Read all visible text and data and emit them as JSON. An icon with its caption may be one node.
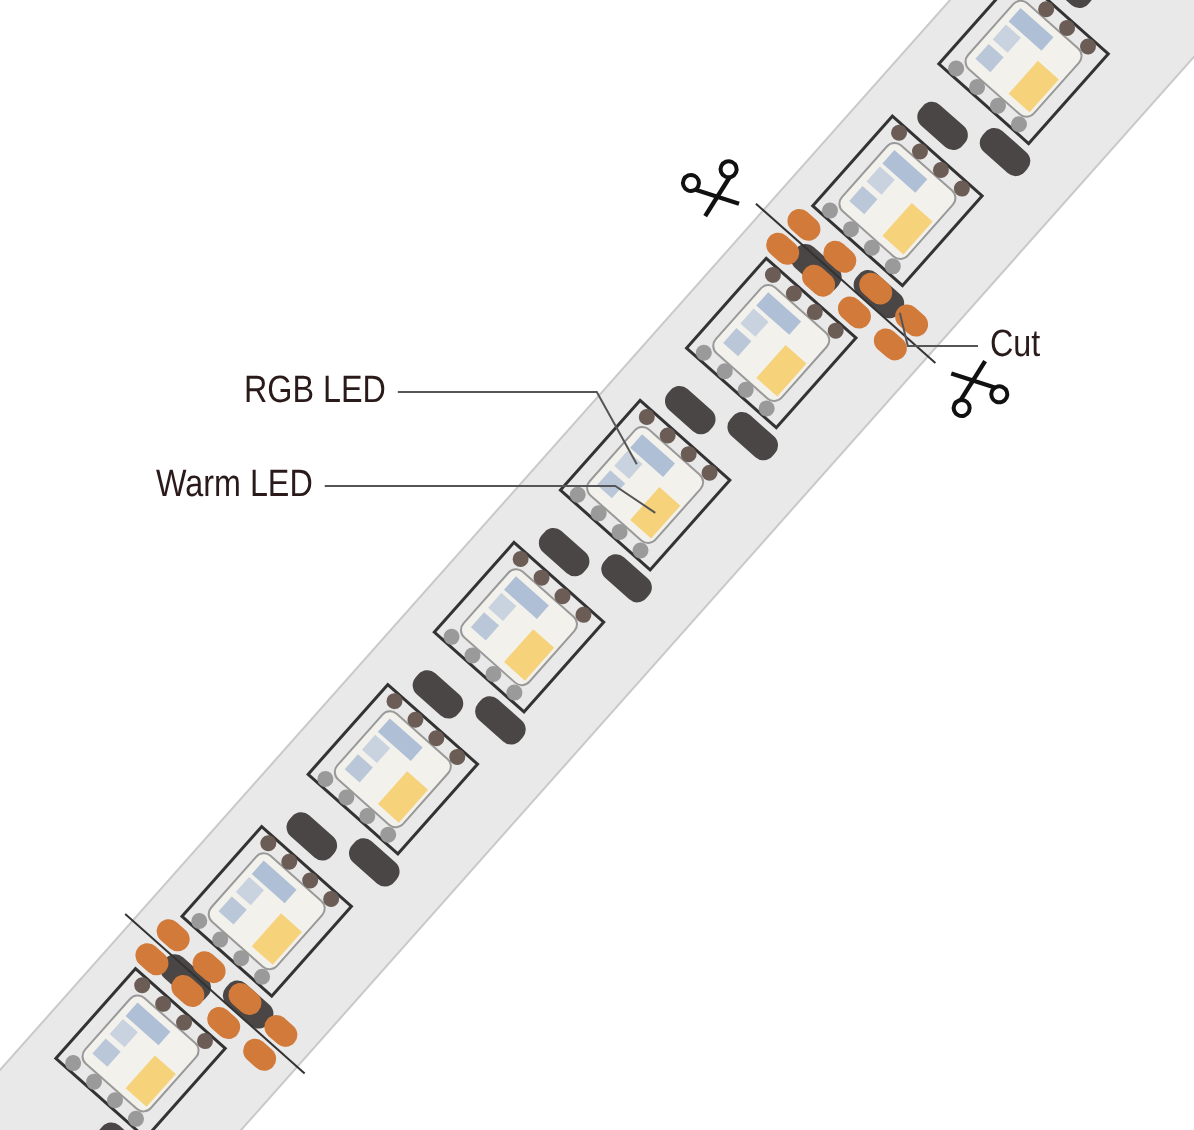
{
  "diagram": {
    "nodes": [
      {
        "text": [
          "RGB LED"
        ]
      },
      {
        "text": [
          "Warm LED"
        ]
      },
      {
        "text": [
          "Cut"
        ]
      }
    ],
    "edges": [
      {
        "from": 0,
        "to": null,
        "arrow": "none"
      },
      {
        "from": 1,
        "to": null,
        "arrow": "none"
      },
      {
        "from": 2,
        "to": null,
        "arrow": "none"
      }
    ]
  }
}
